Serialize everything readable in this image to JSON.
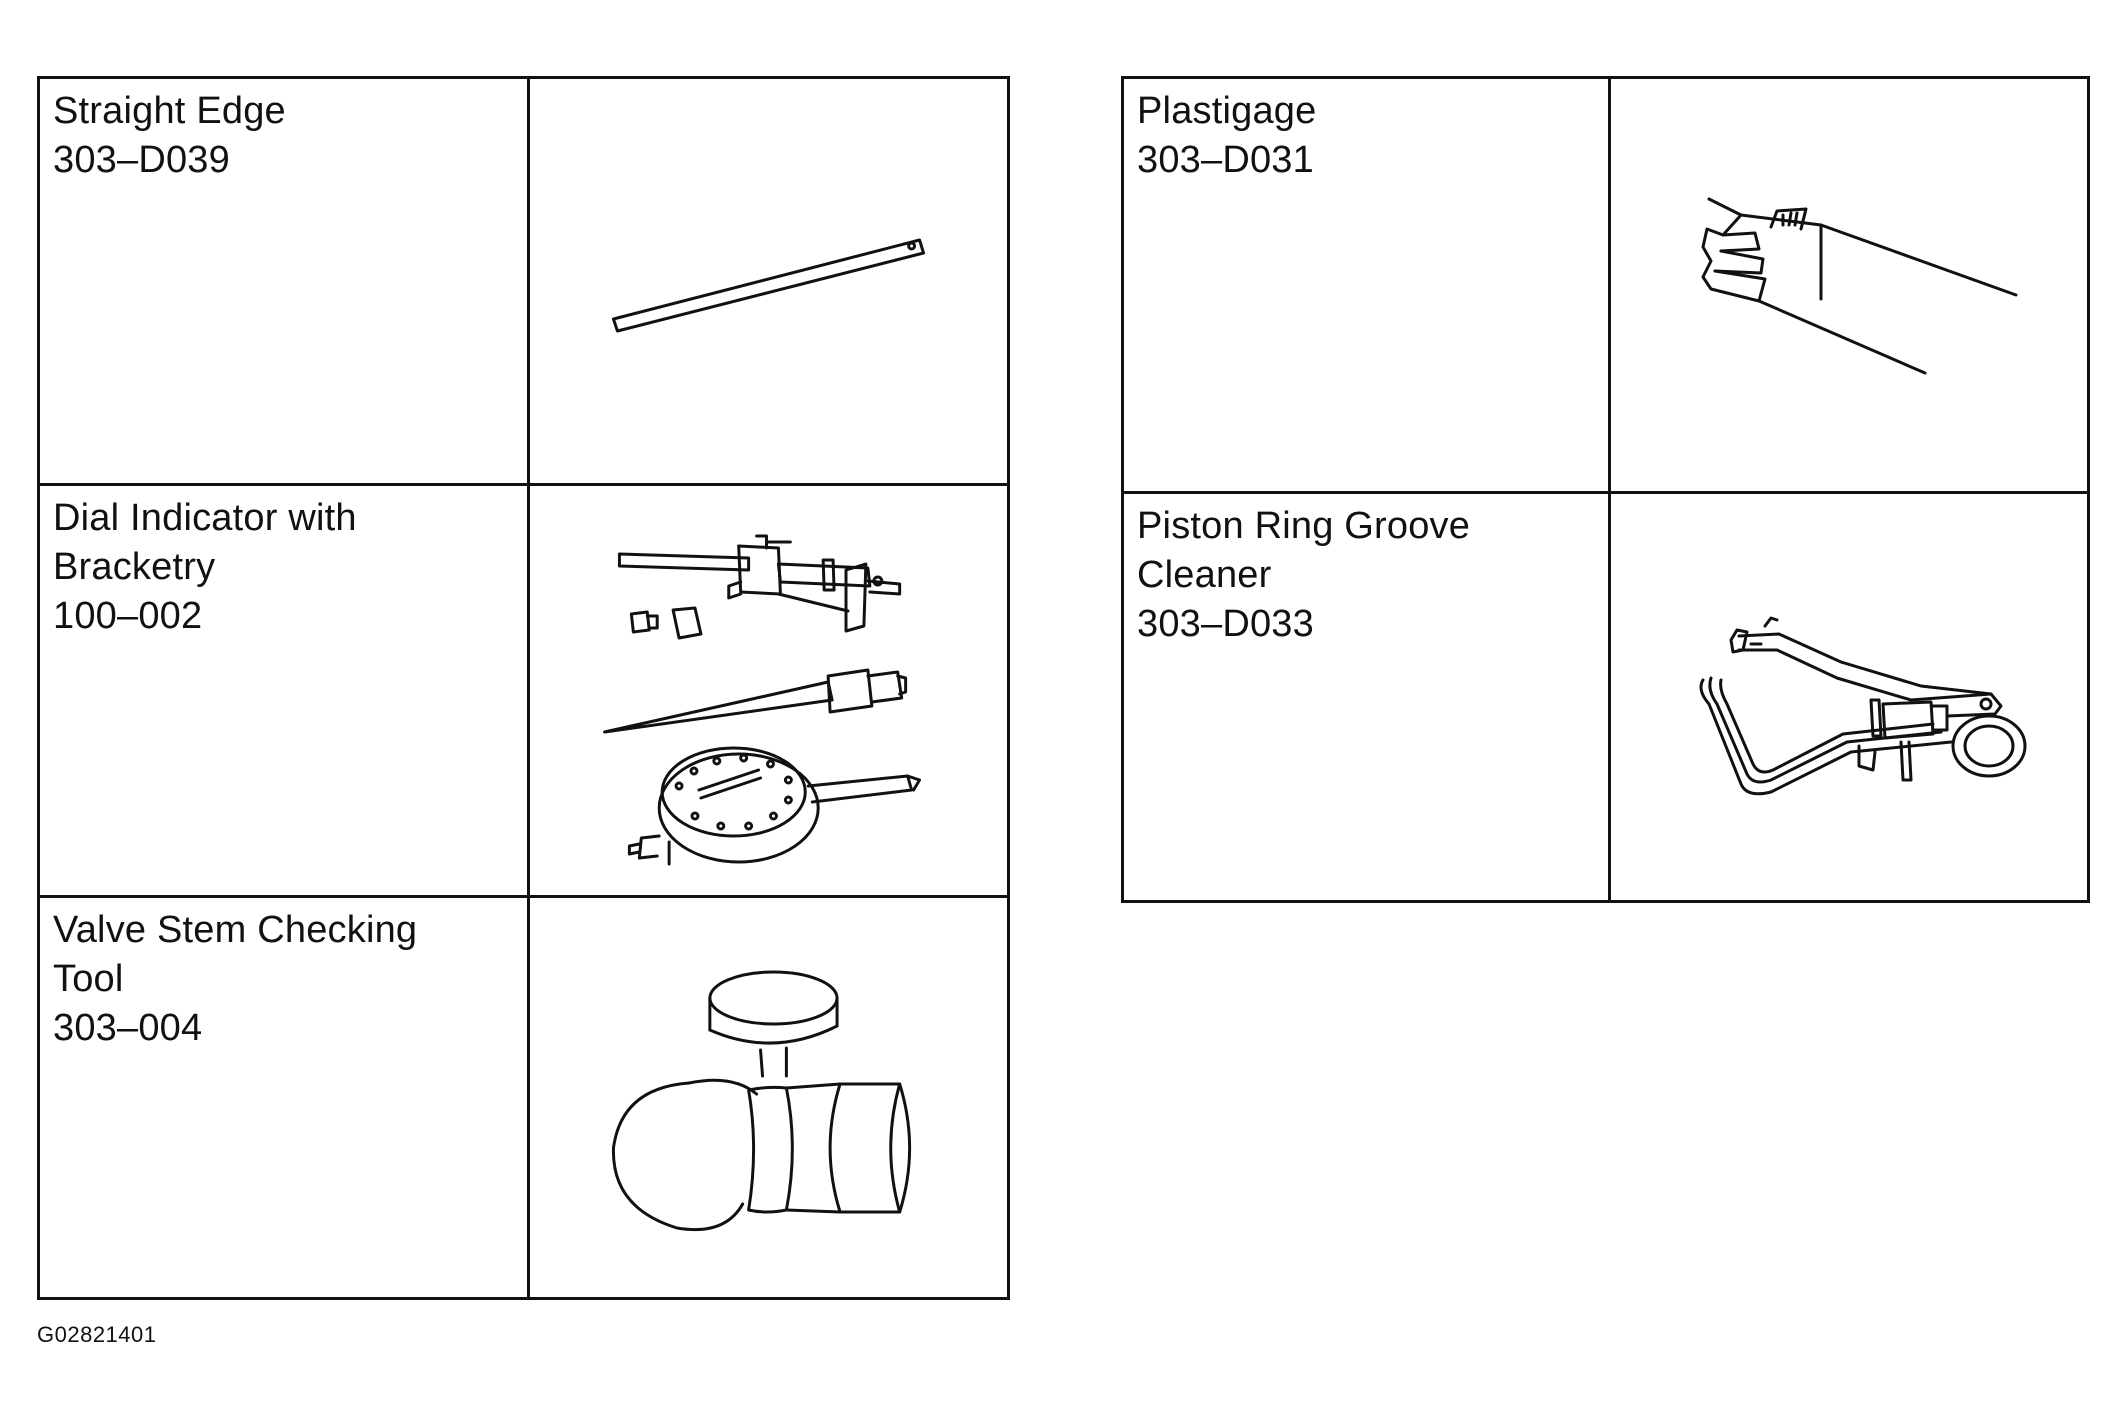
{
  "tools_left": [
    {
      "name_lines": [
        "Straight Edge"
      ],
      "part_number": "303–D039",
      "icon": "straight-edge-icon"
    },
    {
      "name_lines": [
        "Dial Indicator with",
        "Bracketry"
      ],
      "part_number": "100–002",
      "icon": "dial-indicator-icon"
    },
    {
      "name_lines": [
        "Valve Stem Checking",
        "Tool"
      ],
      "part_number": "303–004",
      "icon": "valve-stem-checking-tool-icon"
    }
  ],
  "tools_right": [
    {
      "name_lines": [
        "Plastigage"
      ],
      "part_number": "303–D031",
      "icon": "plastigage-icon"
    },
    {
      "name_lines": [
        "Piston Ring Groove",
        "Cleaner"
      ],
      "part_number": "303–D033",
      "icon": "piston-ring-groove-cleaner-icon"
    }
  ],
  "figure_code": "G02821401",
  "colors": {
    "line": "#111111",
    "background": "#ffffff"
  }
}
